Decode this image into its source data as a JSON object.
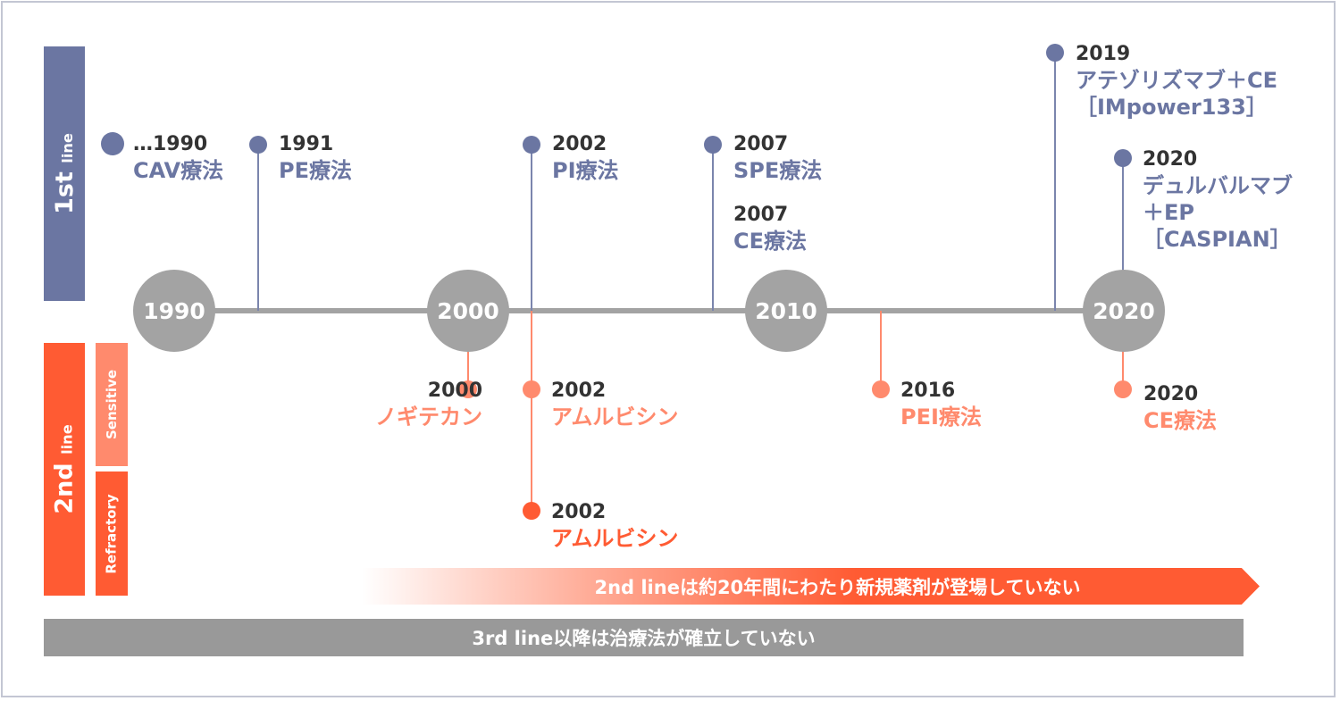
{
  "labels": {
    "first_line": {
      "main": "1st",
      "suffix": "line"
    },
    "second_line": {
      "main": "2nd",
      "suffix": "line"
    },
    "sensitive": "Sensitive",
    "refractory": "Refractory"
  },
  "timeline": {
    "decades": [
      "1990",
      "2000",
      "2010",
      "2020"
    ],
    "first_line_events": [
      {
        "year": "…1990",
        "name": "CAV療法"
      },
      {
        "year": "1991",
        "name": "PE療法"
      },
      {
        "year": "2002",
        "name": "PI療法"
      },
      {
        "year": "2007",
        "name": "SPE療法"
      },
      {
        "year": "2007",
        "name": "CE療法"
      },
      {
        "year": "2019",
        "name": "アテゾリズマブ＋CE",
        "trial": "［IMpower133］"
      },
      {
        "year": "2020",
        "name": "デュルバルマブ",
        "name2": "＋EP",
        "trial": "［CASPIAN］"
      }
    ],
    "second_line_sensitive_events": [
      {
        "year": "2000",
        "name": "ノギテカン"
      },
      {
        "year": "2002",
        "name": "アムルビシン"
      },
      {
        "year": "2016",
        "name": "PEI療法"
      },
      {
        "year": "2020",
        "name": "CE療法"
      }
    ],
    "second_line_refractory_events": [
      {
        "year": "2002",
        "name": "アムルビシン"
      }
    ]
  },
  "banners": {
    "second_line_note": "2nd lineは約20年間にわたり新規薬剤が登場していない",
    "third_line_note": "3rd line以降は治療法が確立していない"
  },
  "colors": {
    "first_line": "#6b76a2",
    "second_line": "#ff5b33",
    "sensitive": "#ff8a6d",
    "timeline": "#a3a3a3",
    "third_line_bar": "#999999"
  }
}
